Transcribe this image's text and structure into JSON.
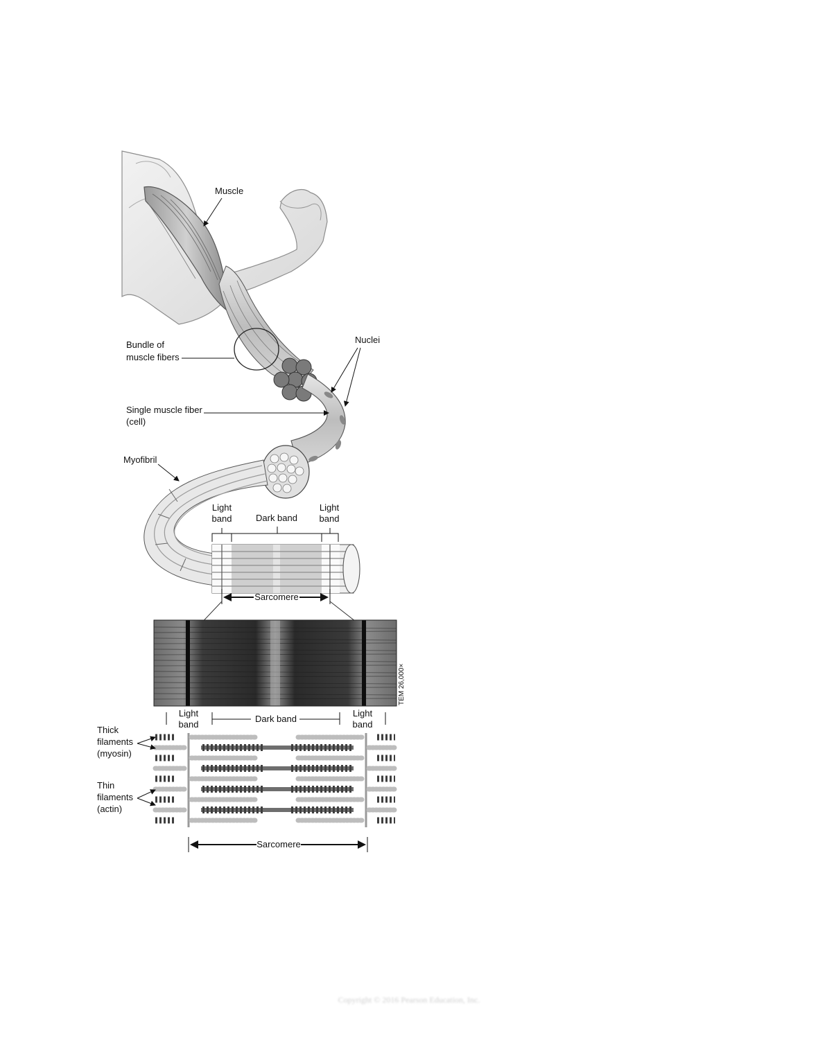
{
  "figure": {
    "labels": {
      "muscle": "Muscle",
      "bundle_line1": "Bundle of",
      "bundle_line2": "muscle fibers",
      "nuclei": "Nuclei",
      "single_fiber_line1": "Single muscle fiber",
      "single_fiber_line2": "(cell)",
      "myofibril": "Myofibril",
      "light_band_top_left_1": "Light",
      "light_band_top_left_2": "band",
      "dark_band_top": "Dark band",
      "light_band_top_right_1": "Light",
      "light_band_top_right_2": "band",
      "sarcomere_top": "Sarcomere",
      "tem": "TEM 26,000×",
      "light_band_bottom_left_1": "Light",
      "light_band_bottom_left_2": "band",
      "dark_band_bottom": "Dark band",
      "light_band_bottom_right_1": "Light",
      "light_band_bottom_right_2": "band",
      "thick_1": "Thick",
      "thick_2": "filaments",
      "thick_3": "(myosin)",
      "thin_1": "Thin",
      "thin_2": "filaments",
      "thin_3": "(actin)",
      "sarcomere_bottom": "Sarcomere"
    }
  },
  "footer": {
    "copyright": "Copyright © 2016 Pearson Education, Inc."
  }
}
